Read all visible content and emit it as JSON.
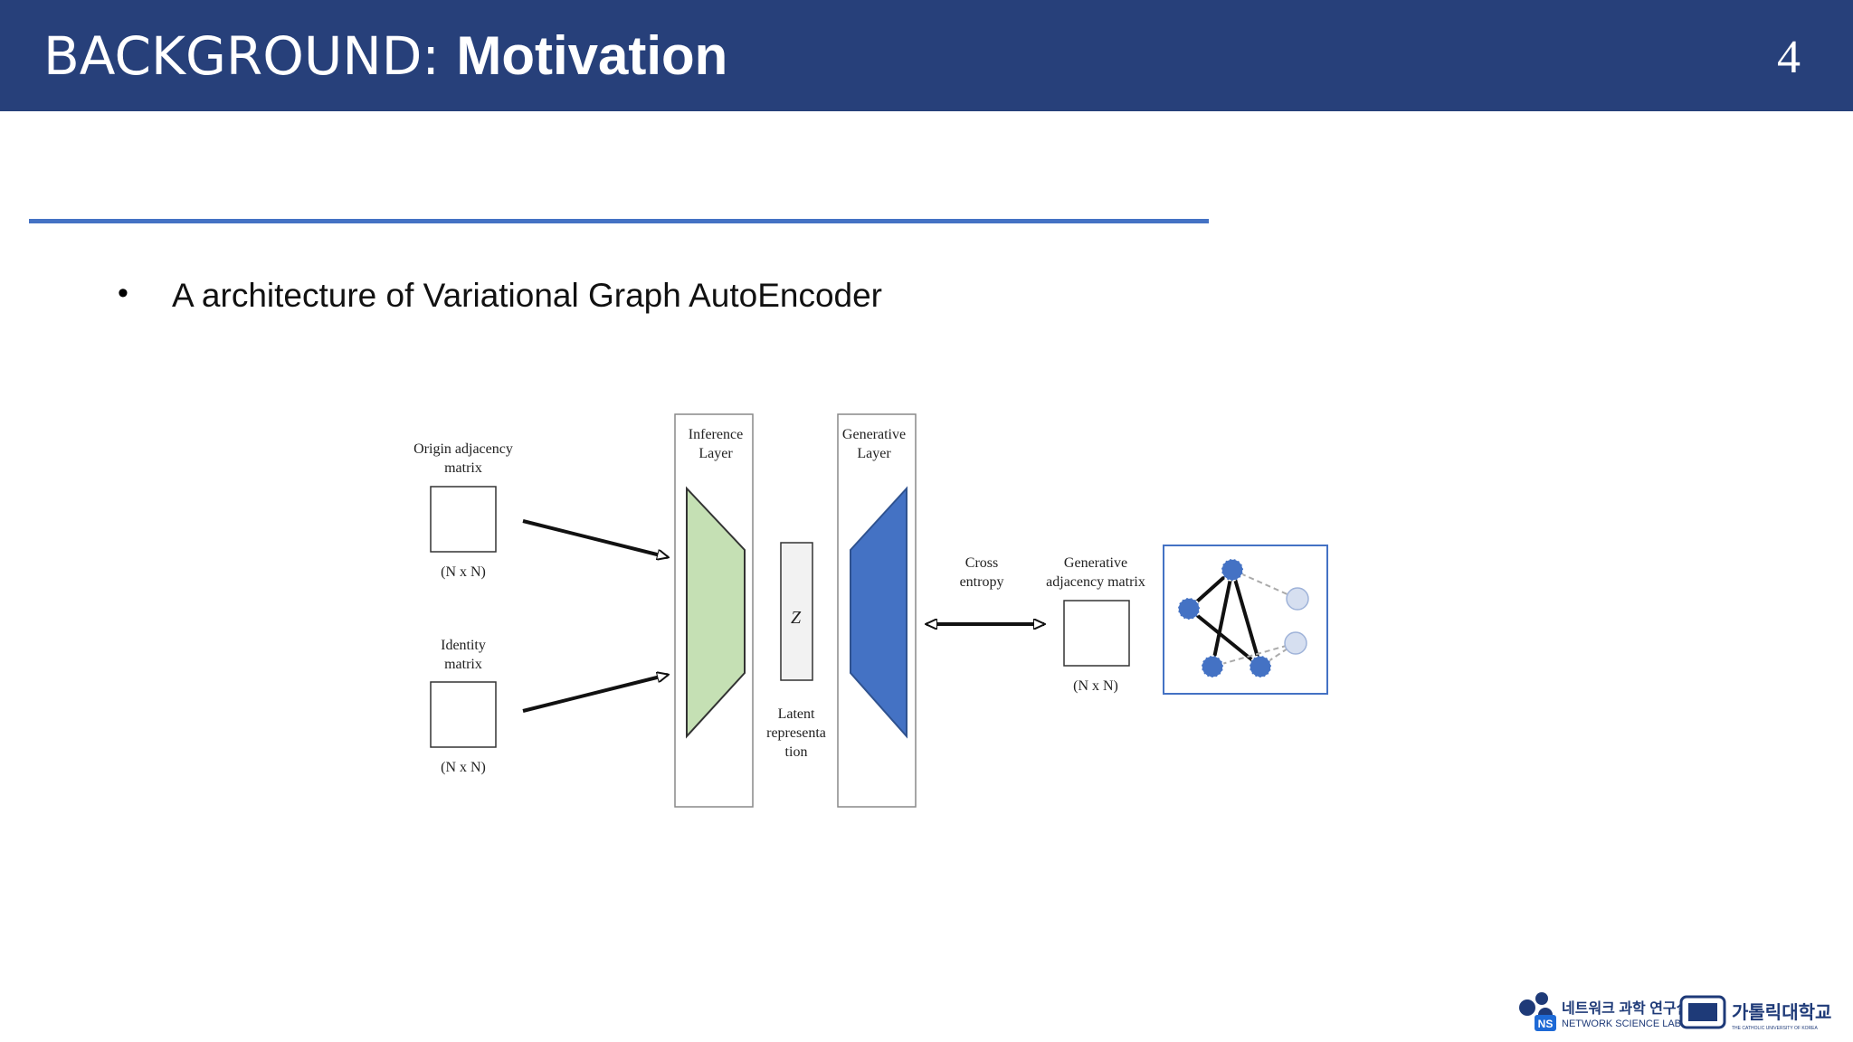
{
  "header": {
    "title_main": "BACKGROUND: ",
    "title_bold": "Motivation",
    "page_number": "4"
  },
  "content": {
    "bullet_marker": "•",
    "bullet_text": "A architecture of Variational Graph AutoEncoder"
  },
  "diagram": {
    "origin_label_1": "Origin adjacency",
    "origin_label_2": "matrix",
    "origin_dim": "(N x N)",
    "identity_label_1": "Identity",
    "identity_label_2": "matrix",
    "identity_dim": "(N x N)",
    "inference_label_1": "Inference",
    "inference_label_2": "Layer",
    "latent_symbol": "Z",
    "latent_label_1": "Latent",
    "latent_label_2": "representa",
    "latent_label_3": "tion",
    "generative_label_1": "Generative",
    "generative_label_2": "Layer",
    "cross_label_1": "Cross",
    "cross_label_2": "entropy",
    "gen_matrix_label_1": "Generative",
    "gen_matrix_label_2": "adjacency matrix",
    "gen_matrix_dim": "(N x N)",
    "colors": {
      "inference_fill": "#c5e0b4",
      "generative_fill": "#4472c4",
      "node_fill": "#4472c4",
      "faded_node_fill": "#d6dff0"
    }
  },
  "footer": {
    "lab_name_kr": "네트워크 과학 연구실",
    "lab_name_en": "NETWORK SCIENCE LAB",
    "lab_badge": "NS",
    "university_kr": "가톨릭대학교",
    "university_en": "THE CATHOLIC UNIVERSITY OF KOREA"
  }
}
